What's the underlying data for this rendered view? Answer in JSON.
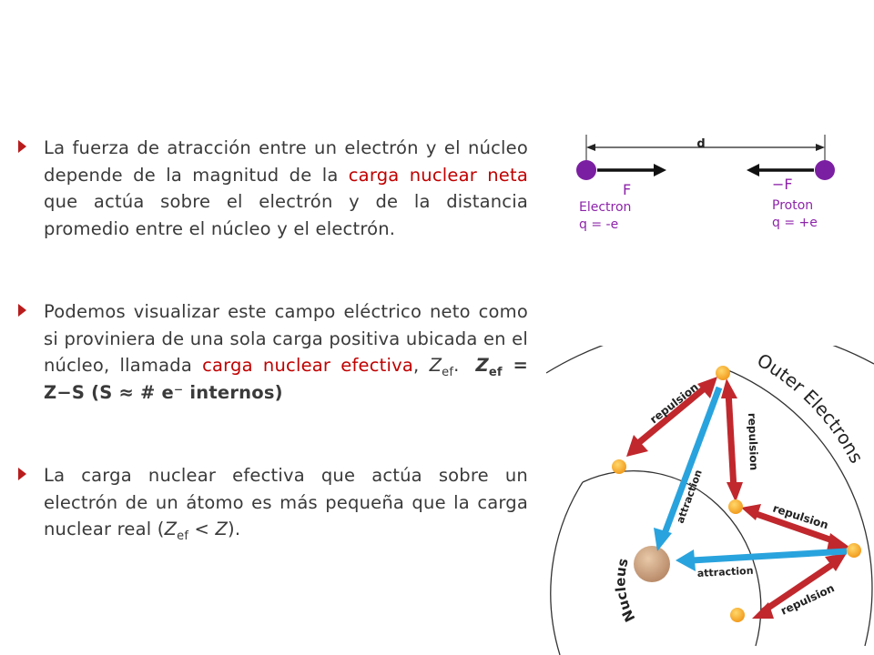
{
  "bullets": [
    {
      "pre": "La fuerza de atracción entre un electrón y el núcleo depende de la magnitud de la ",
      "red": "carga nuclear neta",
      "post": " que actúa sobre el electrón y de la distancia promedio entre el núcleo y el electrón."
    },
    {
      "pre": "Podemos visualizar este campo eléctrico neto como si proviniera de una sola carga positiva ubicada en el núcleo, llamada ",
      "red": "carga nuclear efectiva",
      "post": ", ",
      "zef_symbol": "Z",
      "zef_sub": "ef",
      "dot": ".",
      "formula_z": "Z",
      "formula_sub": "ef",
      "formula_rest": " = Z−S  (S ≈ # e⁻ internos)"
    },
    {
      "pre": "La carga nuclear efectiva que actúa sobre un electrón de un átomo es más pequeña que la carga nuclear real (",
      "z": "Z",
      "sub": "ef",
      "lt": " < ",
      "z2": "Z",
      "post": ")."
    }
  ],
  "coulomb_diagram": {
    "distance_label": "d",
    "left_force": "F",
    "left_name": "Electron",
    "left_charge": "q = -e",
    "right_force": "−F",
    "right_name": "Proton",
    "right_charge": "q = +e",
    "accent_color": "#7b1fa2",
    "label_color": "#8e24aa"
  },
  "shielding_diagram": {
    "outer_label": "Outer Electrons",
    "nucleus_label": "Nucleus",
    "repulsion_label": "repulsion",
    "attraction_label": "attraction",
    "repulsion_color": "#c0282d",
    "attraction_color": "#29a3dd",
    "electron_color": "#f5a623"
  }
}
